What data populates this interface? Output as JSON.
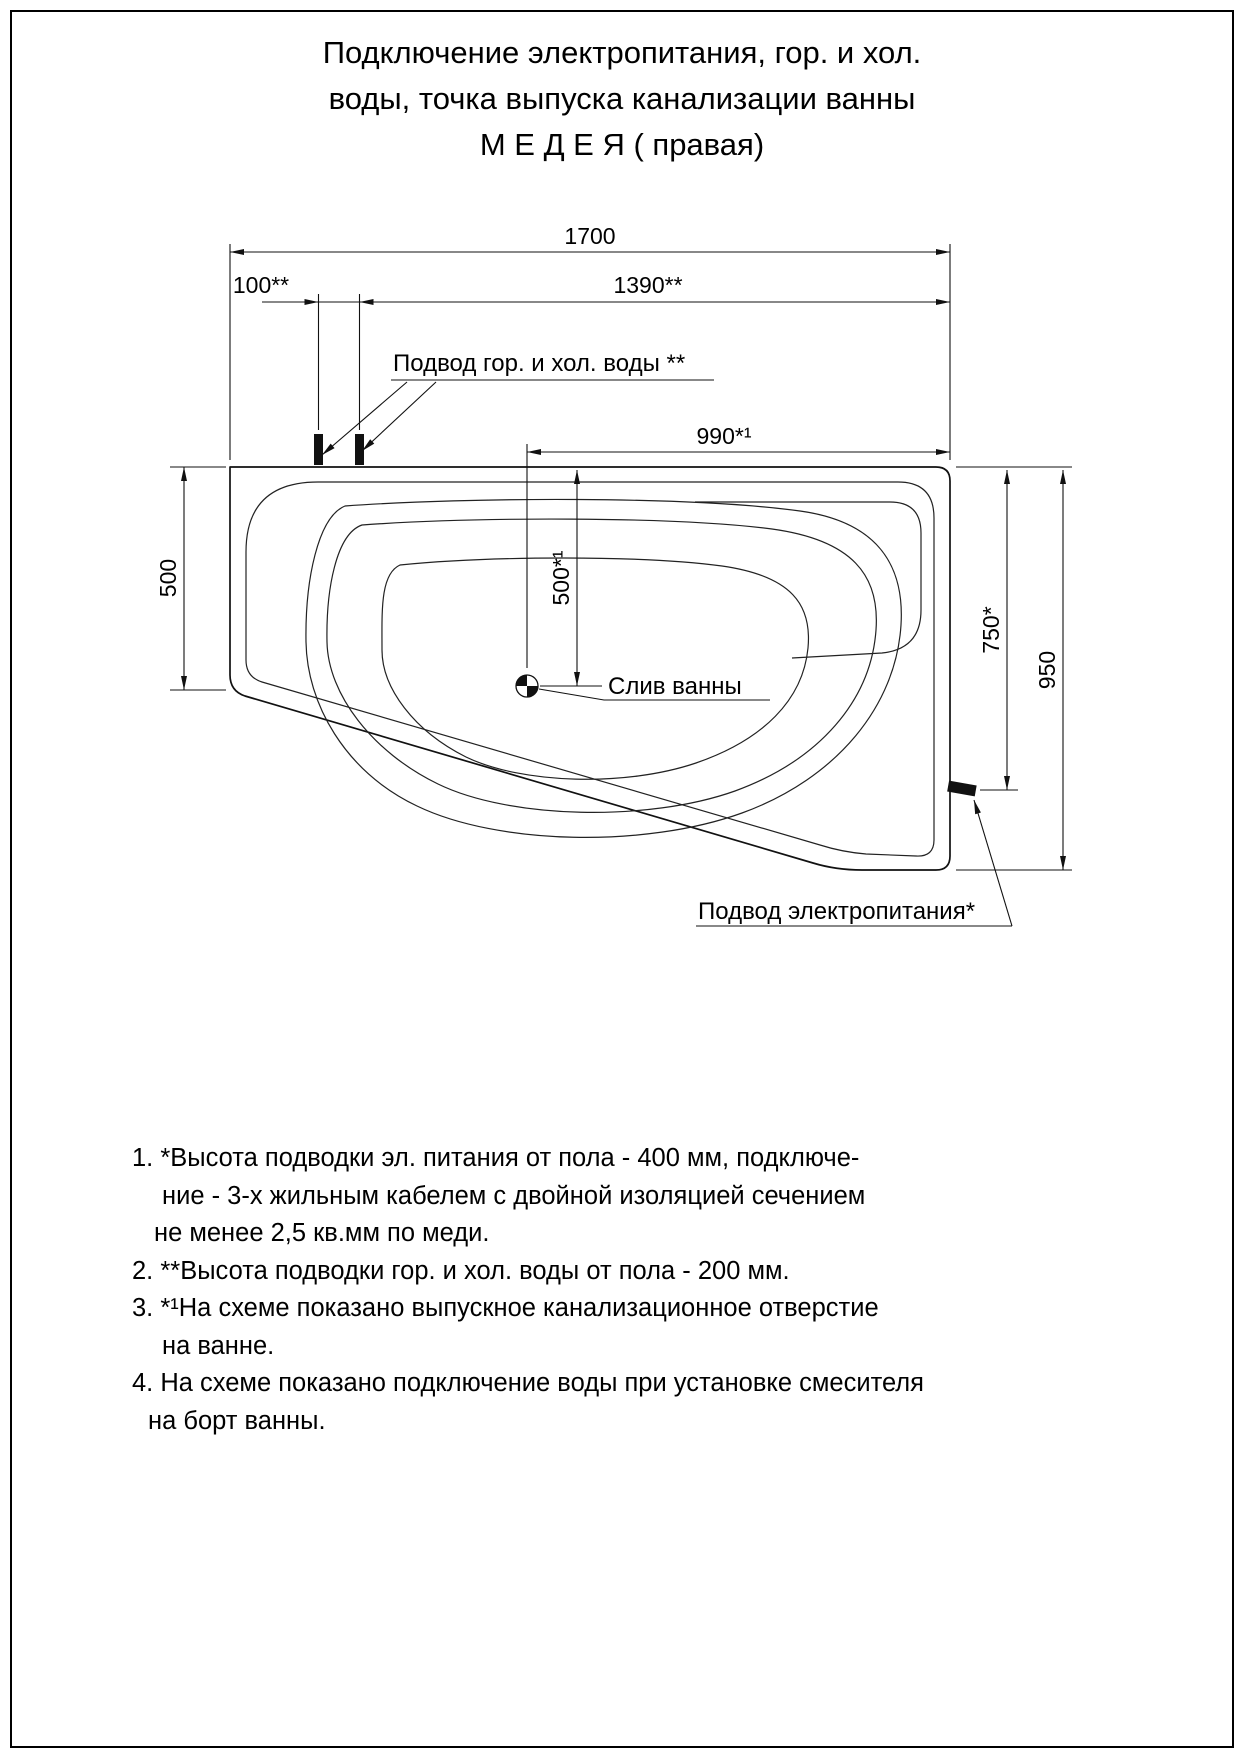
{
  "title": {
    "lines": [
      "Подключение электропитания, гор. и хол.",
      "воды, точка выпуска канализации ванны",
      "М Е Д Е Я   ( правая)"
    ]
  },
  "dimensions": {
    "total_width": "1700",
    "pipe_spacing": "100**",
    "pipe_to_right_edge": "1390**",
    "drain_to_right_edge": "990*¹",
    "left_depth": "500",
    "drain_from_top": "500*¹",
    "power_from_top": "750*",
    "right_depth": "950"
  },
  "labels": {
    "water_supply": "Подвод гор. и хол. воды **",
    "drain": "Слив ванны",
    "power_supply": "Подвод электропитания*"
  },
  "notes": [
    {
      "lines": [
        "1. *Высота подводки эл. питания от пола - 400 мм, подключе-",
        "ние - 3-х жильным кабелем с двойной изоляцией сечением",
        "не менее 2,5 кв.мм по меди."
      ]
    },
    {
      "lines": [
        "2. **Высота подводки гор. и хол. воды от пола - 200 мм."
      ]
    },
    {
      "lines": [
        "3. *¹На схеме показано выпускное канализационное отверстие",
        "на ванне."
      ]
    },
    {
      "lines": [
        "4. На схеме показано подключение воды при установке смесителя",
        "на борт ванны."
      ]
    }
  ]
}
